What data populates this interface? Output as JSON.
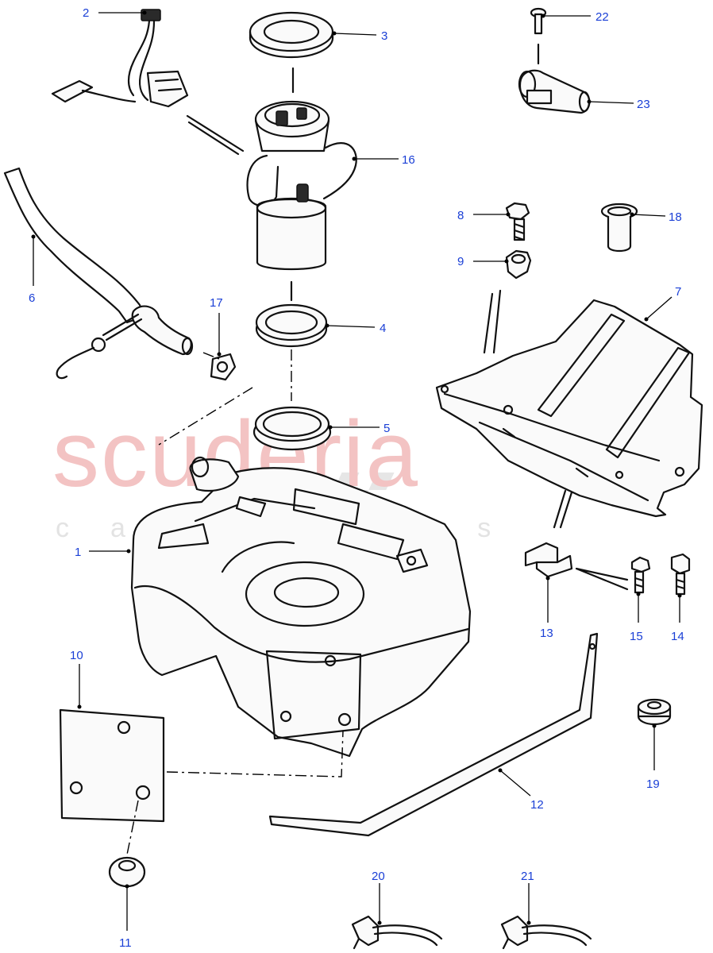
{
  "watermark": {
    "brand": "scuderia",
    "tagline": "car parts",
    "brand_color": "#f3c3c3"
  },
  "callout_color": "#1a3fd6",
  "callouts": {
    "c1": "1",
    "c2": "2",
    "c3": "3",
    "c4": "4",
    "c5": "5",
    "c6": "6",
    "c7": "7",
    "c8": "8",
    "c9": "9",
    "c10": "10",
    "c11": "11",
    "c12": "12",
    "c13": "13",
    "c14": "14",
    "c15": "15",
    "c16": "16",
    "c17": "17",
    "c18": "18",
    "c19": "19",
    "c20": "20",
    "c21": "21",
    "c22": "22",
    "c23": "23"
  }
}
